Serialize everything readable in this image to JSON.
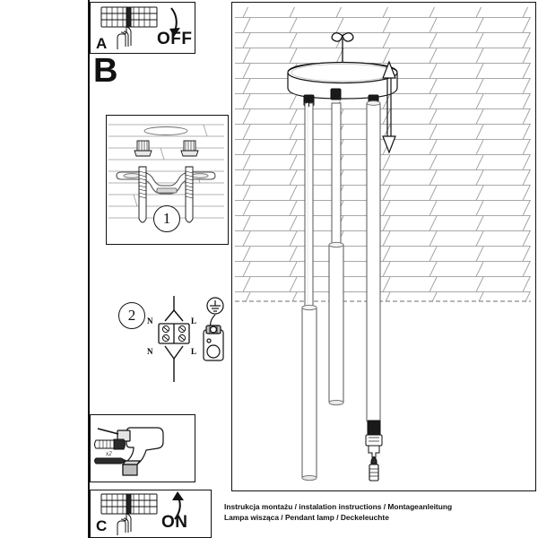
{
  "document": {
    "type": "installation-instruction-sheet",
    "product": "Pendant lamp / triple tube",
    "sheet_size": "600x600"
  },
  "steps": {
    "a": {
      "letter": "A",
      "action_text": "OFF",
      "icon": "fuse-box-hand-switch-off",
      "description": "Switch off the power at the fuse box"
    },
    "b": {
      "letter": "B",
      "description": "Mounting and wiring section"
    },
    "step1": {
      "number": "1",
      "icon": "ceiling-bracket-screws",
      "description": "Fix mounting bracket to ceiling with screws and anchors"
    },
    "step2": {
      "number": "2",
      "icon": "terminal-block-wiring",
      "terminals_top": {
        "left": "N",
        "right": "L"
      },
      "terminals_bottom": {
        "left": "N",
        "right": "L"
      },
      "earth_symbol": "earth-ground-symbol",
      "description": "Connect N and L wires to the terminal block"
    },
    "tools": {
      "icon": "cordless-drill",
      "parts": [
        {
          "name": "wall-anchor",
          "quantity_label": "x2"
        },
        {
          "name": "screw",
          "quantity_label": ""
        }
      ]
    },
    "c": {
      "letter": "C",
      "action_text": "ON",
      "icon": "fuse-box-hand-switch-on",
      "description": "Switch the power back on at the fuse box"
    }
  },
  "main_illustration": {
    "icon": "pendant-lamp-assembly",
    "ceiling_pattern": "brick-hatch",
    "canopy": "round-ceiling-canopy",
    "hook": "ceiling-hook",
    "pendant_tubes": 3,
    "adjust_arrow": "height-adjust-double-arrow",
    "bulb": "detachable-bulb",
    "socket": "lamp-socket"
  },
  "caption": {
    "line1": "Instrukcja montażu / instalation instructions / Montageanleitung",
    "line2": "Lampa wisząca / Pendant lamp / Deckeleuchte"
  },
  "colors": {
    "line": "#111111",
    "fill": "#ffffff",
    "hatch": "#8a8a8a",
    "metal": "#4a4a4a"
  }
}
